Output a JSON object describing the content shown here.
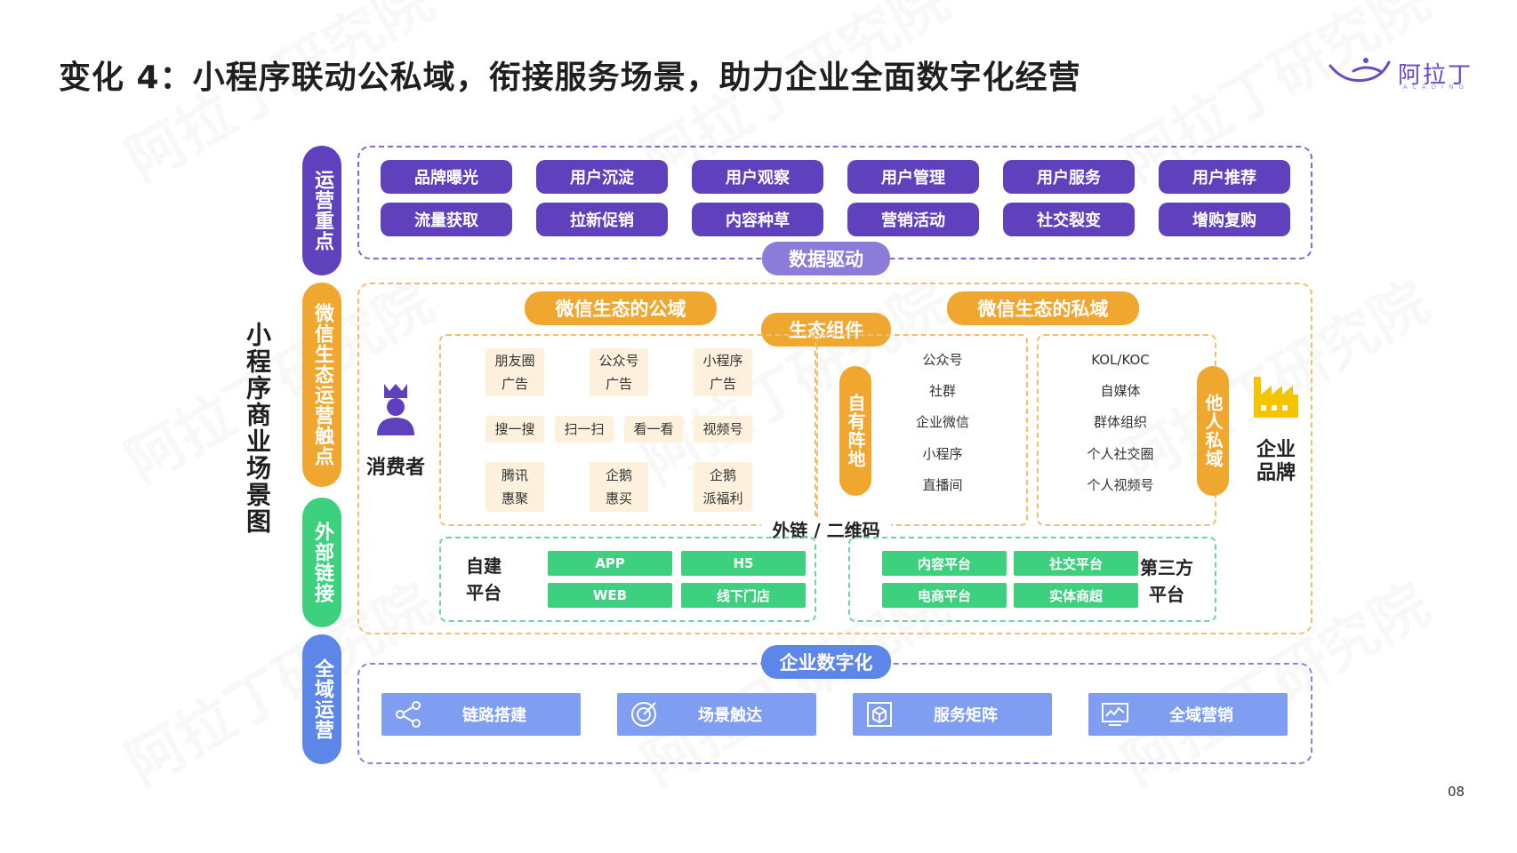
{
  "header": {
    "title": "变化 4：小程序联动公私域，衔接服务场景，助力企业全面数字化经营",
    "logo_text": "阿拉丁",
    "logo_sub": "ALADING",
    "page_number": "08"
  },
  "watermark": "阿拉丁研究院",
  "diagram": {
    "vertical_title": "小程序商业场景图",
    "sections": {
      "operation_focus": {
        "label": "运营重点",
        "row1": [
          "品牌曝光",
          "用户沉淀",
          "用户观察",
          "用户管理",
          "用户服务",
          "用户推荐"
        ],
        "row2": [
          "流量获取",
          "拉新促销",
          "内容种草",
          "营销活动",
          "社交裂变",
          "增购复购"
        ],
        "badge": "数据驱动"
      },
      "wechat_touch": {
        "label": "微信生态运营触点",
        "public_label": "微信生态的公域",
        "private_label": "微信生态的私域",
        "eco_label": "生态组件",
        "consumer_label": "消费者",
        "public_tags": [
          [
            "朋友圈",
            "广告"
          ],
          [
            "公众号",
            "广告"
          ],
          [
            "小程序",
            "广告"
          ],
          [
            "搜一搜"
          ],
          [
            "扫一扫"
          ],
          [
            "看一看"
          ],
          [
            "视频号"
          ],
          [
            "腾讯",
            "惠聚"
          ],
          [
            "企鹅",
            "惠买"
          ],
          [
            "企鹅",
            "派福利"
          ]
        ],
        "own_label": "自有阵地",
        "own_items": [
          "公众号",
          "社群",
          "企业微信",
          "小程序",
          "直播间"
        ],
        "private_items": [
          "KOL/KOC",
          "自媒体",
          "群体组织",
          "个人社交圈",
          "个人视频号"
        ],
        "others_label": "他人私域",
        "brand_label": [
          "企业",
          "品牌"
        ]
      },
      "external": {
        "label": "外部链接",
        "link_label": "外链 / 二维码",
        "self_label": [
          "自建",
          "平台"
        ],
        "self_items": [
          "APP",
          "H5",
          "WEB",
          "线下门店"
        ],
        "third_label": [
          "第三方",
          "平台"
        ],
        "third_items": [
          "内容平台",
          "社交平台",
          "电商平台",
          "实体商超"
        ]
      },
      "omni": {
        "label": "全域运营",
        "badge": "企业数字化",
        "cards": [
          {
            "label": "链路搭建",
            "icon": "share-nodes-icon"
          },
          {
            "label": "场景触达",
            "icon": "target-icon"
          },
          {
            "label": "服务矩阵",
            "icon": "cube-icon"
          },
          {
            "label": "全域营销",
            "icon": "line-chart-icon"
          }
        ]
      }
    },
    "colors": {
      "purple": "#5f41be",
      "orange": "#f0a72f",
      "green": "#3dd07f",
      "blue": "#5c86e8",
      "light_blue": "#7f9ef2"
    }
  }
}
